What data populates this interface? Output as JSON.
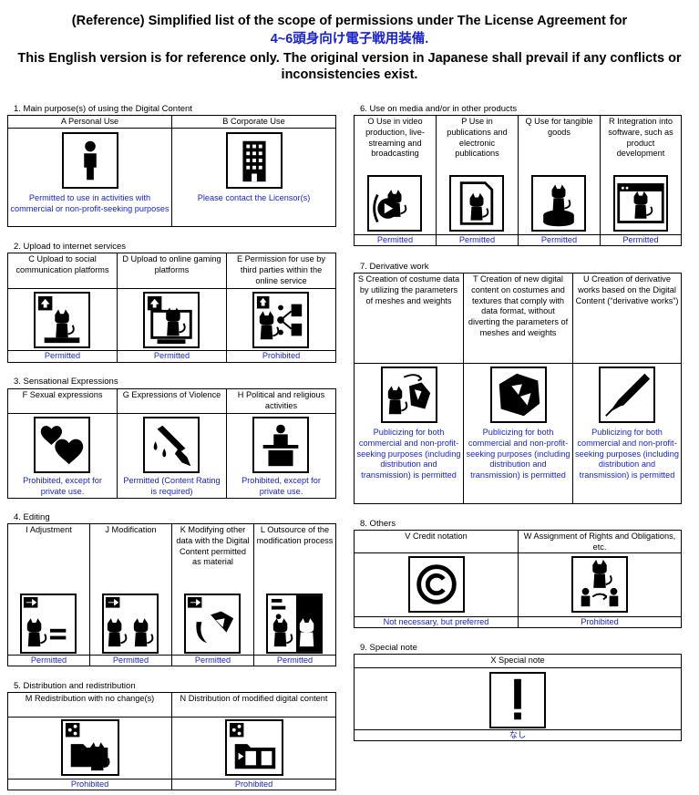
{
  "header": {
    "line1": "(Reference) Simplified list of the scope of permissions under The License Agreement for",
    "line2": "4~6頭身向け電子戦用装備.",
    "line3": "This English version is for reference only. The original version in Japanese shall prevail if any conflicts or",
    "line4": "inconsistencies exist."
  },
  "sections": {
    "s1": {
      "title": "1. Main purpose(s) of using the Digital Content",
      "items": [
        {
          "label": "A Personal Use",
          "result": "Permitted to use in activities with commercial or non-profit-seeking purposes",
          "icon": "person-icon"
        },
        {
          "label": "B  Corporate Use",
          "result": "Please contact the Licensor(s)",
          "icon": "building-icon"
        }
      ]
    },
    "s2": {
      "title": "2. Upload to internet services",
      "items": [
        {
          "label": "C Upload to social communication platforms",
          "result": "Permitted",
          "icon": "upload-social-icon"
        },
        {
          "label": "D Upload to online gaming platforms",
          "result": "Permitted",
          "icon": "upload-gaming-icon"
        },
        {
          "label": "E Permission for use by third parties within the online service",
          "result": "Prohibited",
          "icon": "share-third-party-icon"
        }
      ]
    },
    "s3": {
      "title": "3. Sensational Expressions",
      "items": [
        {
          "label": "F Sexual expressions",
          "result": "Prohibited, except for private use.",
          "icon": "hearts-icon"
        },
        {
          "label": "G Expressions of Violence",
          "result": "Permitted (Content Rating is required)",
          "icon": "knife-icon"
        },
        {
          "label": "H Political and religious activities",
          "result": "Prohibited, except for private use.",
          "icon": "podium-icon"
        }
      ]
    },
    "s4": {
      "title": "4. Editing",
      "items": [
        {
          "label": "I Adjustment",
          "result": "Permitted",
          "icon": "adjustment-icon"
        },
        {
          "label": "J Modification",
          "result": "Permitted",
          "icon": "modification-icon"
        },
        {
          "label": "K Modifying other data with the Digital Content permitted as material",
          "result": "Permitted",
          "icon": "material-icon"
        },
        {
          "label": "L Outsource of the modification process",
          "result": "Permitted",
          "icon": "outsource-icon"
        }
      ]
    },
    "s5": {
      "title": "5. Distribution and redistribution",
      "items": [
        {
          "label": "M Redistribution with no change(s)",
          "result": "Prohibited",
          "icon": "redistribution-icon"
        },
        {
          "label": "N Distribution of modified digital content",
          "result": "Prohibited",
          "icon": "distribute-modified-icon"
        }
      ]
    },
    "s6": {
      "title": "6. Use on media and/or in other products",
      "items": [
        {
          "label": "O Use in video production, live-streaming and broadcasting",
          "result": "Permitted",
          "icon": "video-icon"
        },
        {
          "label": "P Use in publications and electronic publications",
          "result": "Permitted",
          "icon": "publication-icon"
        },
        {
          "label": "Q Use for tangible goods",
          "result": "Permitted",
          "icon": "figure-icon"
        },
        {
          "label": "R Integration into software, such as product development",
          "result": "Permitted",
          "icon": "software-icon"
        }
      ]
    },
    "s7": {
      "title": "7. Derivative work",
      "items": [
        {
          "label": "S Creation of costume data by utilizing the parameters of meshes and weights",
          "result": "Publicizing for both commercial and non-profit-seeking purposes (including distribution and transmission) is permitted",
          "icon": "costume-mesh-icon"
        },
        {
          "label": "T Creation of new digital content on costumes and textures that comply with data format, without diverting the parameters of meshes and weights",
          "result": "Publicizing for both commercial and non-profit-seeking purposes (including distribution and transmission) is permitted",
          "icon": "new-costume-icon"
        },
        {
          "label": "U Creation of derivative works based on the Digital Content (“derivative works”)",
          "result": "Publicizing for both commercial and non-profit-seeking purposes (including distribution and transmission) is permitted",
          "icon": "pen-icon"
        }
      ]
    },
    "s8": {
      "title": "8. Others",
      "items": [
        {
          "label": "V Credit notation",
          "result": "Not necessary, but preferred",
          "icon": "copyright-icon"
        },
        {
          "label": "W Assignment of Rights and Obligations, etc.",
          "result": "Prohibited",
          "icon": "assignment-icon"
        }
      ]
    },
    "s9": {
      "title": "9. Special note",
      "items": [
        {
          "label": "X Special note",
          "result": "なし",
          "icon": "exclamation-icon"
        }
      ]
    }
  }
}
